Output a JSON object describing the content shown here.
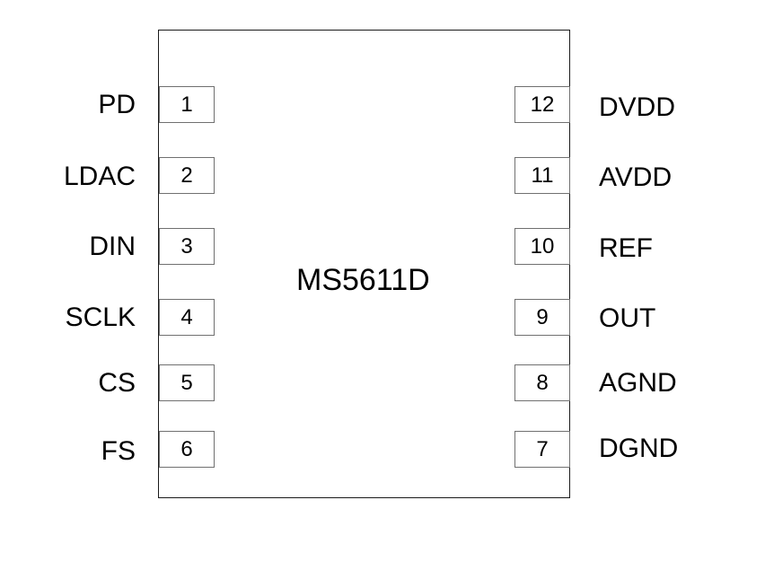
{
  "chip": {
    "name": "MS5611D"
  },
  "left_pins": [
    {
      "number": "1",
      "label": "PD"
    },
    {
      "number": "2",
      "label": "LDAC"
    },
    {
      "number": "3",
      "label": "DIN"
    },
    {
      "number": "4",
      "label": "SCLK"
    },
    {
      "number": "5",
      "label": "CS"
    },
    {
      "number": "6",
      "label": "FS"
    }
  ],
  "right_pins": [
    {
      "number": "12",
      "label": "DVDD"
    },
    {
      "number": "11",
      "label": "AVDD"
    },
    {
      "number": "10",
      "label": "REF"
    },
    {
      "number": "9",
      "label": "OUT"
    },
    {
      "number": "8",
      "label": "AGND"
    },
    {
      "number": "7",
      "label": "DGND"
    }
  ]
}
